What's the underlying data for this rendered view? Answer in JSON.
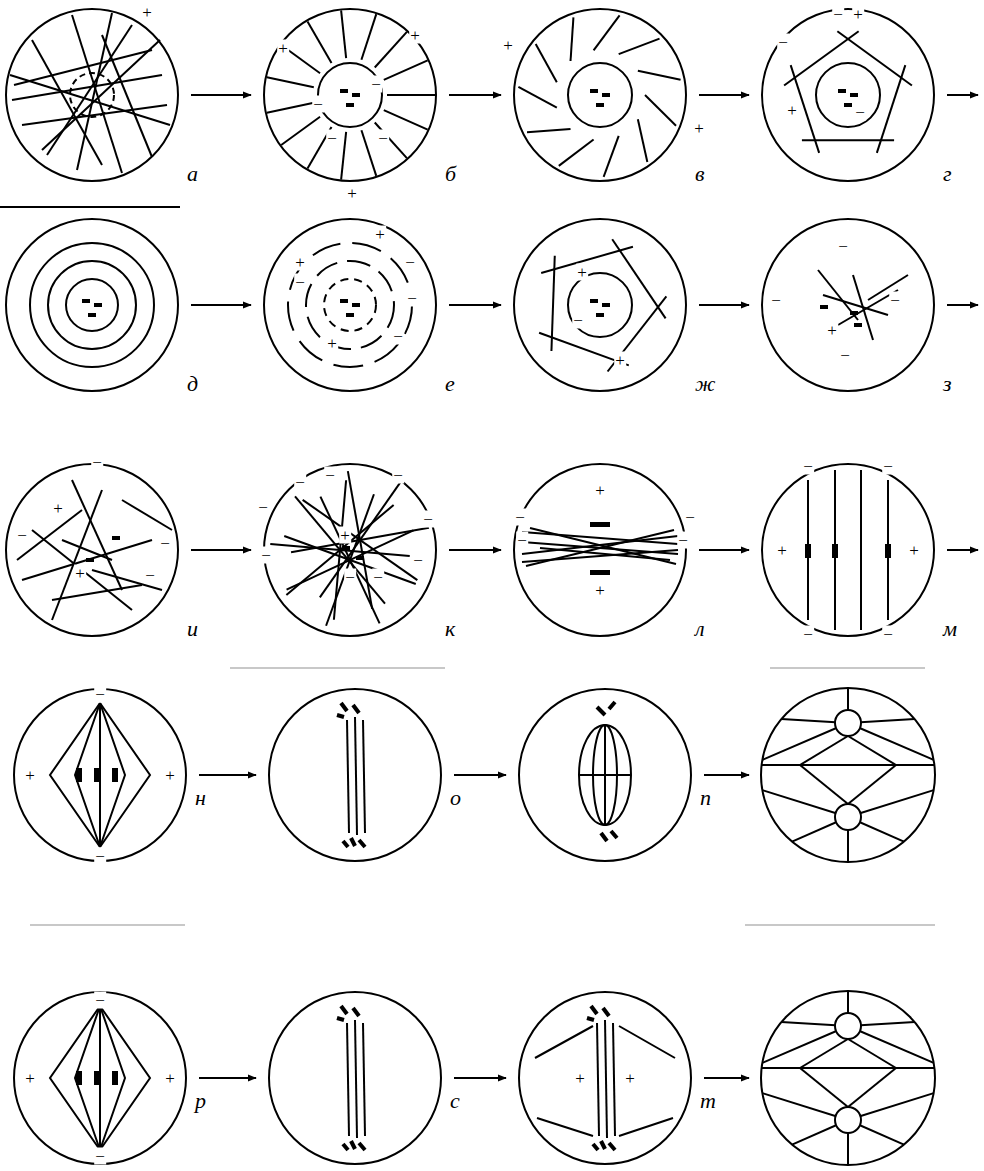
{
  "diagram": {
    "nodes": [
      {
        "text": [
          "а"
        ]
      },
      {
        "text": [
          "б"
        ]
      },
      {
        "text": [
          "в"
        ]
      },
      {
        "text": [
          "г"
        ]
      },
      {
        "text": [
          "д"
        ]
      },
      {
        "text": [
          "е"
        ]
      },
      {
        "text": [
          "ж"
        ]
      },
      {
        "text": [
          "з"
        ]
      },
      {
        "text": [
          "и"
        ]
      },
      {
        "text": [
          "к"
        ]
      },
      {
        "text": [
          "л"
        ]
      },
      {
        "text": [
          "м"
        ]
      },
      {
        "text": [
          "н"
        ]
      },
      {
        "text": [
          "о"
        ]
      },
      {
        "text": [
          "п"
        ]
      },
      {
        "text": [
          "р"
        ]
      },
      {
        "text": [
          "с"
        ]
      },
      {
        "text": [
          "т"
        ]
      }
    ],
    "edges": [
      {
        "from": 0,
        "to": 1,
        "arrow": "to"
      },
      {
        "from": 1,
        "to": 2,
        "arrow": "to"
      },
      {
        "from": 2,
        "to": 3,
        "arrow": "to"
      },
      {
        "from": 4,
        "to": 5,
        "arrow": "to"
      },
      {
        "from": 5,
        "to": 6,
        "arrow": "to"
      },
      {
        "from": 6,
        "to": 7,
        "arrow": "to"
      },
      {
        "from": 8,
        "to": 9,
        "arrow": "to"
      },
      {
        "from": 9,
        "to": 10,
        "arrow": "to"
      },
      {
        "from": 10,
        "to": 11,
        "arrow": "to"
      },
      {
        "from": 12,
        "to": 13,
        "arrow": "to"
      },
      {
        "from": 13,
        "to": 14,
        "arrow": "to"
      },
      {
        "from": 15,
        "to": 16,
        "arrow": "to"
      },
      {
        "from": 16,
        "to": 17,
        "arrow": "to"
      }
    ],
    "labels": [
      "+",
      "+",
      "+",
      "+",
      "−",
      "−",
      "−",
      "−",
      "+",
      "+",
      "−",
      "+",
      "−",
      "+",
      "−",
      "+",
      "−",
      "+",
      "−",
      "−",
      "+",
      "−",
      "+",
      "−",
      "+",
      "−",
      "−",
      "+",
      "−",
      "−",
      "−",
      "+",
      "−",
      "−",
      "+",
      "−",
      "−",
      "−",
      "−",
      "−",
      "−",
      "+",
      "−",
      "−",
      "−",
      "−",
      "+",
      "−",
      "−",
      "−",
      "−",
      "+",
      "−",
      "−",
      "+",
      "+",
      "−",
      "−",
      "−",
      "+",
      "+",
      "−",
      "−",
      "+",
      "+",
      "−",
      "+",
      "+"
    ]
  }
}
